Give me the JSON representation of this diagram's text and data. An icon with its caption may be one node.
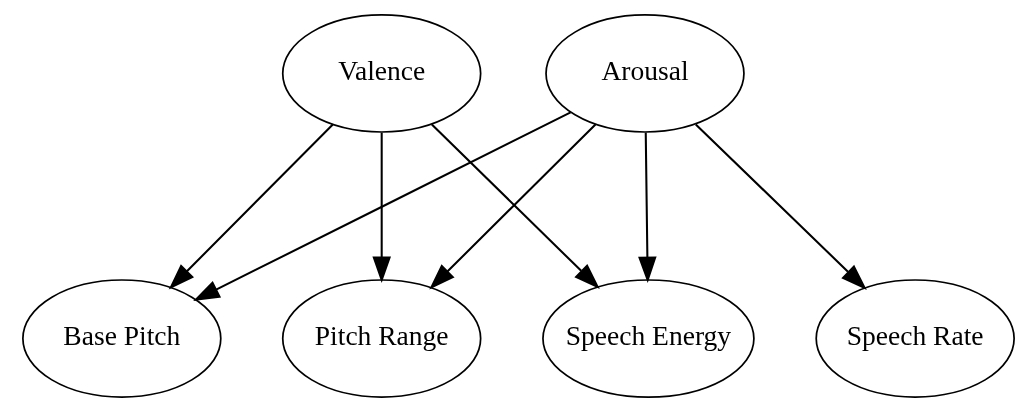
{
  "diagram": {
    "nodes": [
      {
        "text": [
          "Valence"
        ]
      },
      {
        "text": [
          "Arousal"
        ]
      },
      {
        "text": [
          "Base Pitch"
        ]
      },
      {
        "text": [
          "Pitch Range"
        ]
      },
      {
        "text": [
          "Speech Rate"
        ]
      },
      {
        "text": [
          "Speech Energy"
        ]
      }
    ],
    "edges": [
      {
        "from": 0,
        "to": 2,
        "arrow": "to"
      },
      {
        "from": 0,
        "to": 3,
        "arrow": "to"
      },
      {
        "from": 0,
        "to": 5,
        "arrow": "to"
      },
      {
        "from": 1,
        "to": 2,
        "arrow": "to"
      },
      {
        "from": 1,
        "to": 3,
        "arrow": "to"
      },
      {
        "from": 1,
        "to": 4,
        "arrow": "to"
      },
      {
        "from": 1,
        "to": 5,
        "arrow": "to"
      }
    ]
  }
}
